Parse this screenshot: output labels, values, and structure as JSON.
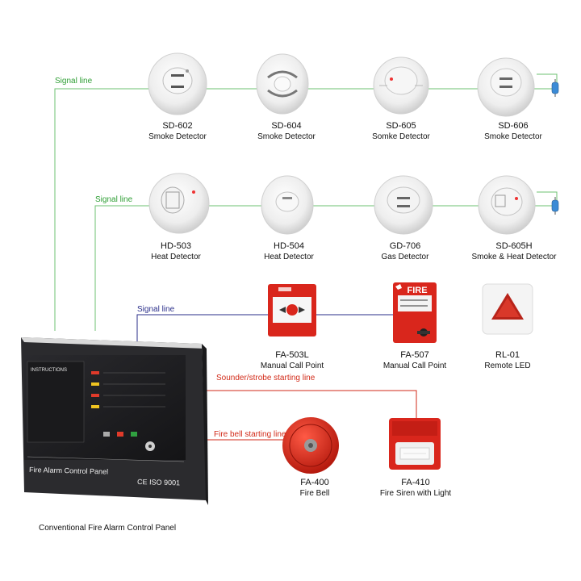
{
  "signal_lines": {
    "row1": "Signal line",
    "row2": "Signal line",
    "row3": "Signal line"
  },
  "output_lines": {
    "sounder": "Sounder/strobe starting line",
    "bell": "Fire bell starting line"
  },
  "devices": {
    "sd602": {
      "code": "SD-602",
      "name": "Smoke Detector"
    },
    "sd604": {
      "code": "SD-604",
      "name": "Smoke Detector"
    },
    "sd605": {
      "code": "SD-605",
      "name": "Somke Detector"
    },
    "sd606": {
      "code": "SD-606",
      "name": "Smoke Detector"
    },
    "hd503": {
      "code": "HD-503",
      "name": "Heat Detector"
    },
    "hd504": {
      "code": "HD-504",
      "name": "Heat Detector"
    },
    "gd706": {
      "code": "GD-706",
      "name": "Gas Detector"
    },
    "sd605h": {
      "code": "SD-605H",
      "name": "Smoke & Heat Detector"
    },
    "fa503l": {
      "code": "FA-503L",
      "name": "Manual Call Point"
    },
    "fa507": {
      "code": "FA-507",
      "name": "Manual Call Point"
    },
    "rl01": {
      "code": "RL-01",
      "name": "Remote LED"
    },
    "fa400": {
      "code": "FA-400",
      "name": "Fire Bell"
    },
    "fa410": {
      "code": "FA-410",
      "name": "Fire Siren with Light"
    }
  },
  "panel": {
    "title": "Fire Alarm Control Panel",
    "instructions": "INSTRUCTIONS",
    "cert": "CE  ISO 9001"
  },
  "fa507_badge": "FIRE",
  "caption": "Conventional Fire Alarm Control Panel",
  "colors": {
    "signal_green": "#4caf50",
    "signal_blue": "#2a2e8a",
    "output_red": "#d22a18",
    "panel_dark": "#1e1e22",
    "device_white": "#f2f2f2",
    "call_point_red": "#d9261c"
  }
}
